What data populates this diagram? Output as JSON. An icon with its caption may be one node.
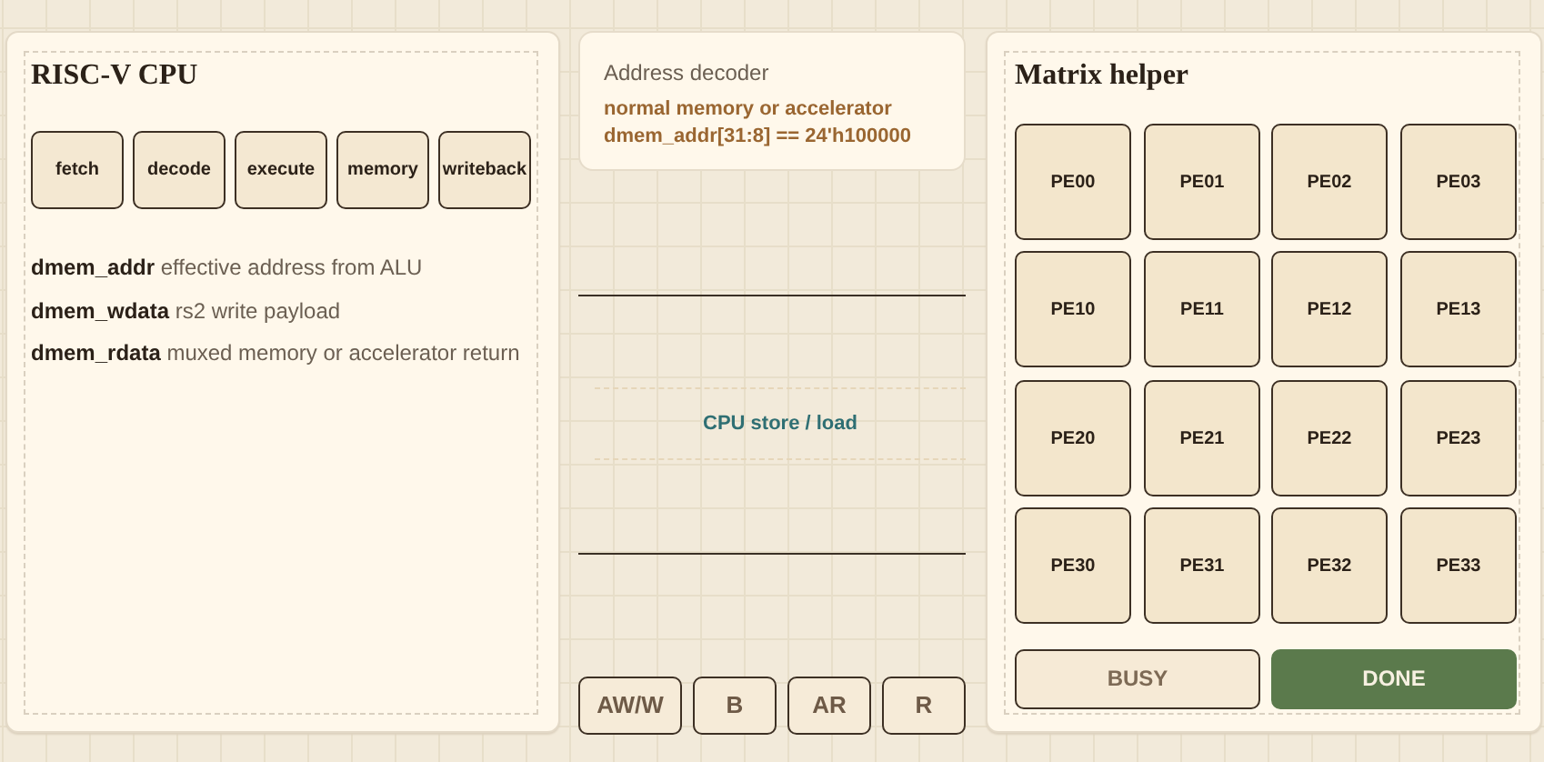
{
  "diagram": {
    "nodes": [
      {
        "text": [
          "RISC-V CPU",
          "**dmem_addr** effective address from ALU",
          "**dmem_wdata** rs2 write payload",
          "**dmem_rdata** muxed memory or accelerator return"
        ]
      },
      {
        "text": [
          "fetch"
        ],
        "in": 0
      },
      {
        "text": [
          "decode"
        ],
        "in": 0
      },
      {
        "text": [
          "execute"
        ],
        "in": 0
      },
      {
        "text": [
          "memory"
        ],
        "in": 0
      },
      {
        "text": [
          "writeback"
        ],
        "in": 0
      },
      {
        "text": [
          "Address decoder",
          "normal memory or accelerator dmem_addr[31:8] == 24'h100000"
        ]
      },
      {
        "text": [
          "CPU store / load"
        ]
      },
      {
        "text": [
          "AW/W"
        ]
      },
      {
        "text": [
          "B"
        ]
      },
      {
        "text": [
          "AR"
        ]
      },
      {
        "text": [
          "R"
        ]
      },
      {
        "text": [
          "Matrix helper"
        ]
      },
      {
        "text": [
          "PE00"
        ],
        "in": 12
      },
      {
        "text": [
          "PE01"
        ],
        "in": 12
      },
      {
        "text": [
          "PE02"
        ],
        "in": 12
      },
      {
        "text": [
          "PE03"
        ],
        "in": 12
      },
      {
        "text": [
          "PE10"
        ],
        "in": 12
      },
      {
        "text": [
          "PE11"
        ],
        "in": 12
      },
      {
        "text": [
          "PE12"
        ],
        "in": 12
      },
      {
        "text": [
          "PE13"
        ],
        "in": 12
      },
      {
        "text": [
          "PE20"
        ],
        "in": 12
      },
      {
        "text": [
          "PE21"
        ],
        "in": 12
      },
      {
        "text": [
          "PE22"
        ],
        "in": 12
      },
      {
        "text": [
          "PE23"
        ],
        "in": 12
      },
      {
        "text": [
          "PE30"
        ],
        "in": 12
      },
      {
        "text": [
          "PE31"
        ],
        "in": 12
      },
      {
        "text": [
          "PE32"
        ],
        "in": 12
      },
      {
        "text": [
          "PE33"
        ],
        "in": 12
      },
      {
        "text": [
          "BUSY"
        ],
        "in": 12
      },
      {
        "text": [
          "DONE"
        ],
        "in": 12
      }
    ]
  }
}
